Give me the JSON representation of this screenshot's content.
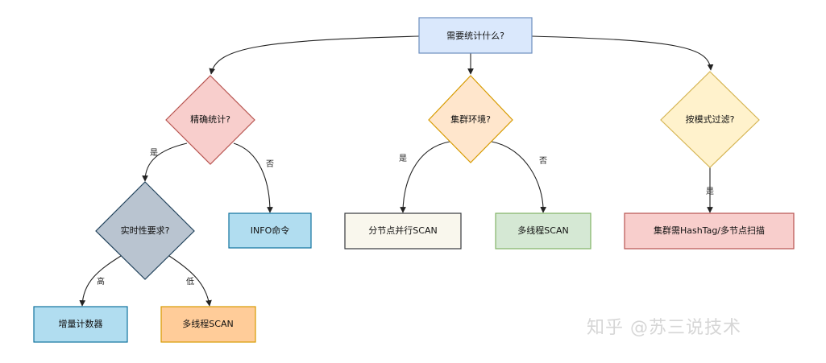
{
  "nodes": {
    "root": {
      "label": "需要统计什么?",
      "fill": "#dae8fc",
      "stroke": "#6c8ebf"
    },
    "exact": {
      "label": "精确统计?",
      "fill": "#f8cecc",
      "stroke": "#b85450"
    },
    "cluster": {
      "label": "集群环境?",
      "fill": "#ffe6cc",
      "stroke": "#d79b00"
    },
    "pattern": {
      "label": "按模式过滤?",
      "fill": "#fff2cc",
      "stroke": "#d6b656"
    },
    "realtime": {
      "label": "实时性要求?",
      "fill": "#b9c4d0",
      "stroke": "#23445d"
    },
    "info": {
      "label": "INFO命令",
      "fill": "#b1ddf0",
      "stroke": "#10739e"
    },
    "parallel_scan": {
      "label": "分节点并行SCAN",
      "fill": "#f9f7ed",
      "stroke": "#36393d"
    },
    "multithread_scan_cluster": {
      "label": "多线程SCAN",
      "fill": "#d5e8d4",
      "stroke": "#82b366"
    },
    "hashtag": {
      "label": "集群需HashTag/多节点扫描",
      "fill": "#f8cecc",
      "stroke": "#b85450"
    },
    "counter": {
      "label": "增量计数器",
      "fill": "#b1ddf0",
      "stroke": "#10739e"
    },
    "multithread_scan_low": {
      "label": "多线程SCAN",
      "fill": "#ffcc99",
      "stroke": "#d79b00"
    }
  },
  "edges": {
    "exact_yes": "是",
    "exact_no": "否",
    "cluster_yes": "是",
    "cluster_no": "否",
    "pattern_yes": "是",
    "realtime_high": "高",
    "realtime_low": "低"
  },
  "watermark": "知乎 @苏三说技术"
}
